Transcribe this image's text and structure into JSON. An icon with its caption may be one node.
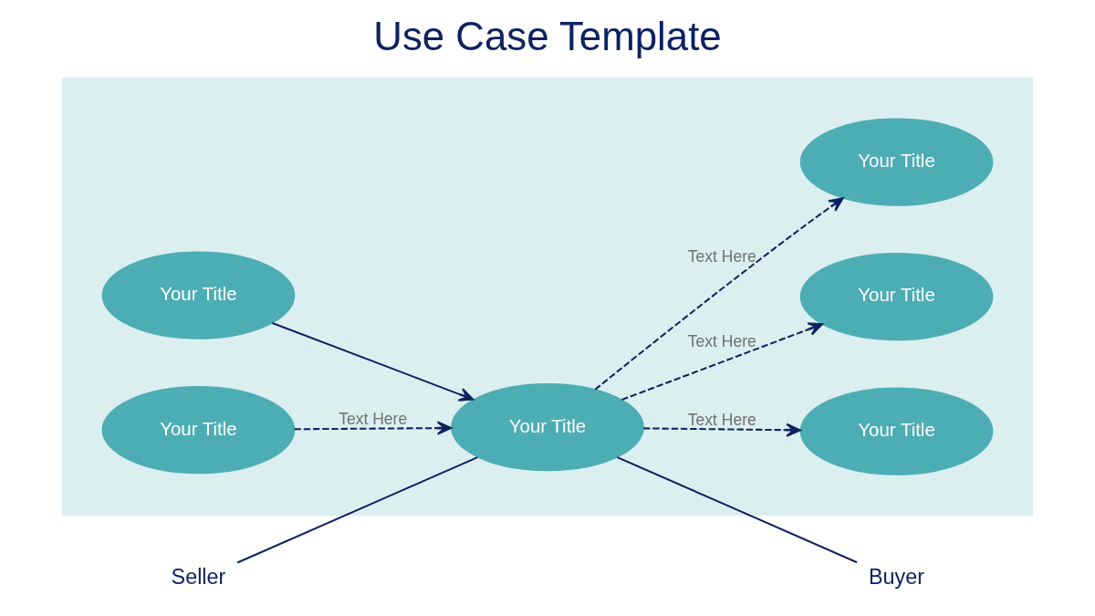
{
  "diagram": {
    "title": "Use Case Template",
    "nodes": [
      {
        "text": [],
        "shape": "box"
      },
      {
        "text": [
          "Your Title"
        ],
        "in": 0
      },
      {
        "text": [
          "Your Title"
        ],
        "in": 0
      },
      {
        "text": [
          "Your Title"
        ],
        "in": 0
      },
      {
        "text": [
          "Seller"
        ]
      },
      {
        "text": [
          "Your Title"
        ],
        "in": 0
      },
      {
        "text": [
          "Buyer"
        ]
      },
      {
        "text": [
          "Your Title"
        ],
        "in": 0
      },
      {
        "text": [
          "Your Title"
        ],
        "in": 0
      }
    ],
    "edges": [
      {
        "from": 4,
        "to": 5,
        "arrow": "none"
      },
      {
        "from": 5,
        "to": 6,
        "arrow": "none"
      },
      {
        "from": 5,
        "to": 2,
        "arrow": "to",
        "style": "dashed",
        "label": "Text Here"
      },
      {
        "from": 5,
        "to": 1,
        "arrow": "to",
        "style": "dashed",
        "label": "Text Here"
      },
      {
        "from": 5,
        "to": 3,
        "arrow": "to",
        "style": "dashed",
        "label": "Text Here"
      },
      {
        "from": 7,
        "to": 5,
        "arrow": "to"
      },
      {
        "from": 8,
        "to": 5,
        "arrow": "to",
        "style": "dashed",
        "label": "Text Here"
      }
    ]
  }
}
